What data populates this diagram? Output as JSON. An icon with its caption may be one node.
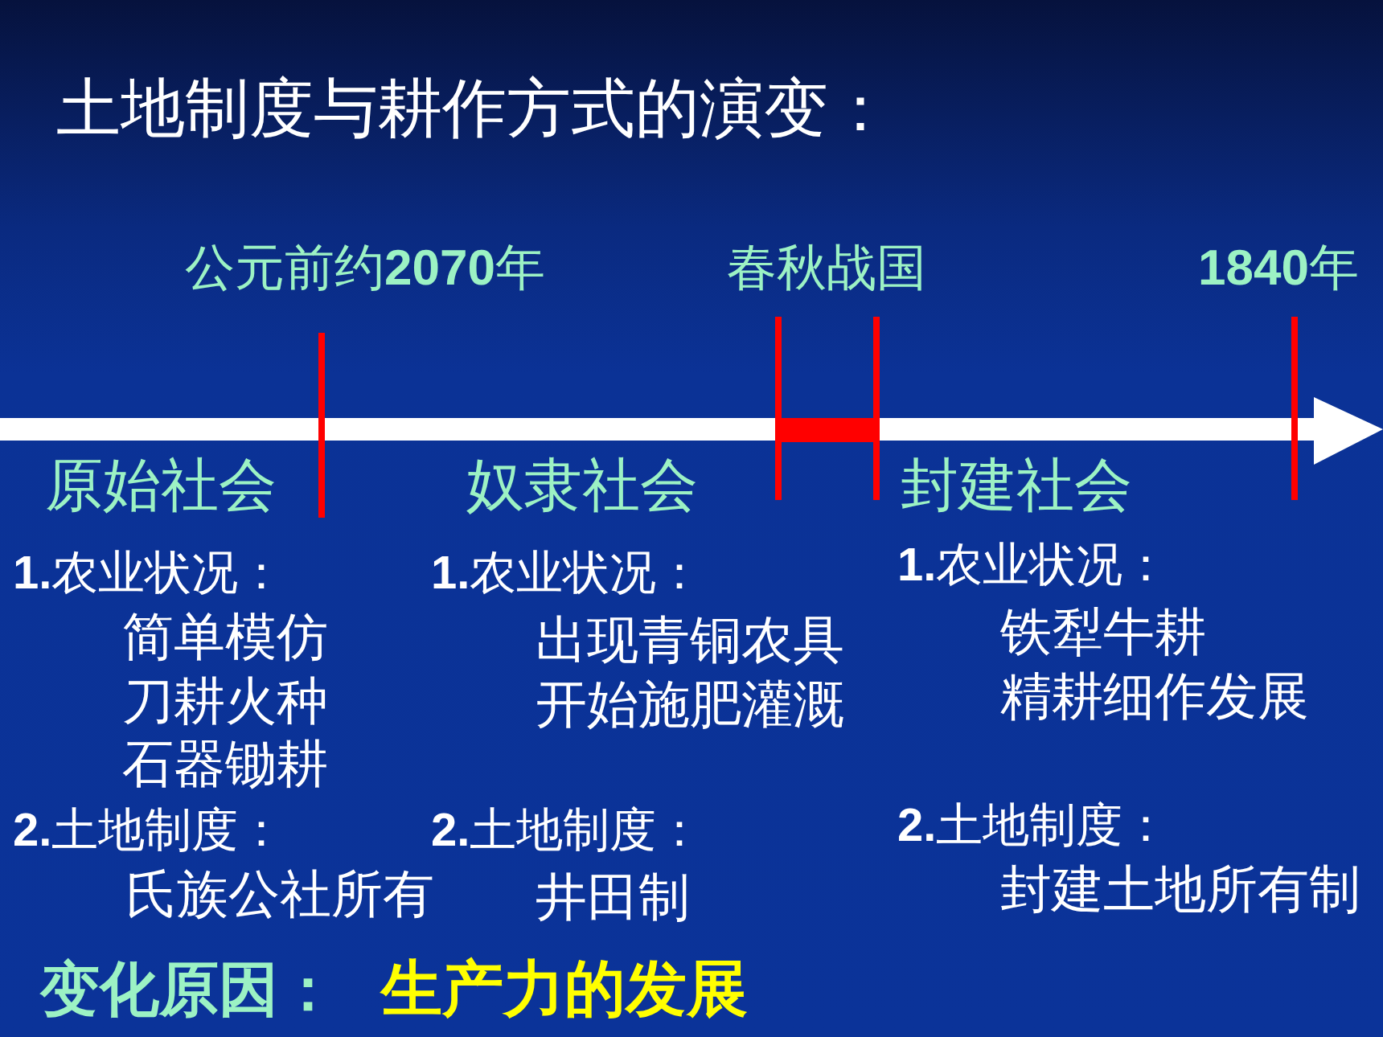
{
  "diagram": {
    "title": "土地制度与耕作方式的演变：",
    "labels": [
      "公元前约**2070**年",
      "春秋战国",
      "**1840**年",
      "原始社会",
      "奴隶社会",
      "封建社会",
      "**1.**农业状况：",
      "简单模仿",
      "刀耕火种",
      "石器锄耕",
      "**2.**土地制度：",
      "氏族公社所有",
      "**1.**农业状况：",
      "出现青铜农具",
      "开始施肥灌溉",
      "**2.**土地制度：",
      "井田制",
      "**1.**农业状况：",
      "铁犁牛耕",
      "精耕细作发展",
      "**2.**土地制度：",
      "封建土地所有制",
      "变化原因：",
      "生产力的发展"
    ]
  }
}
